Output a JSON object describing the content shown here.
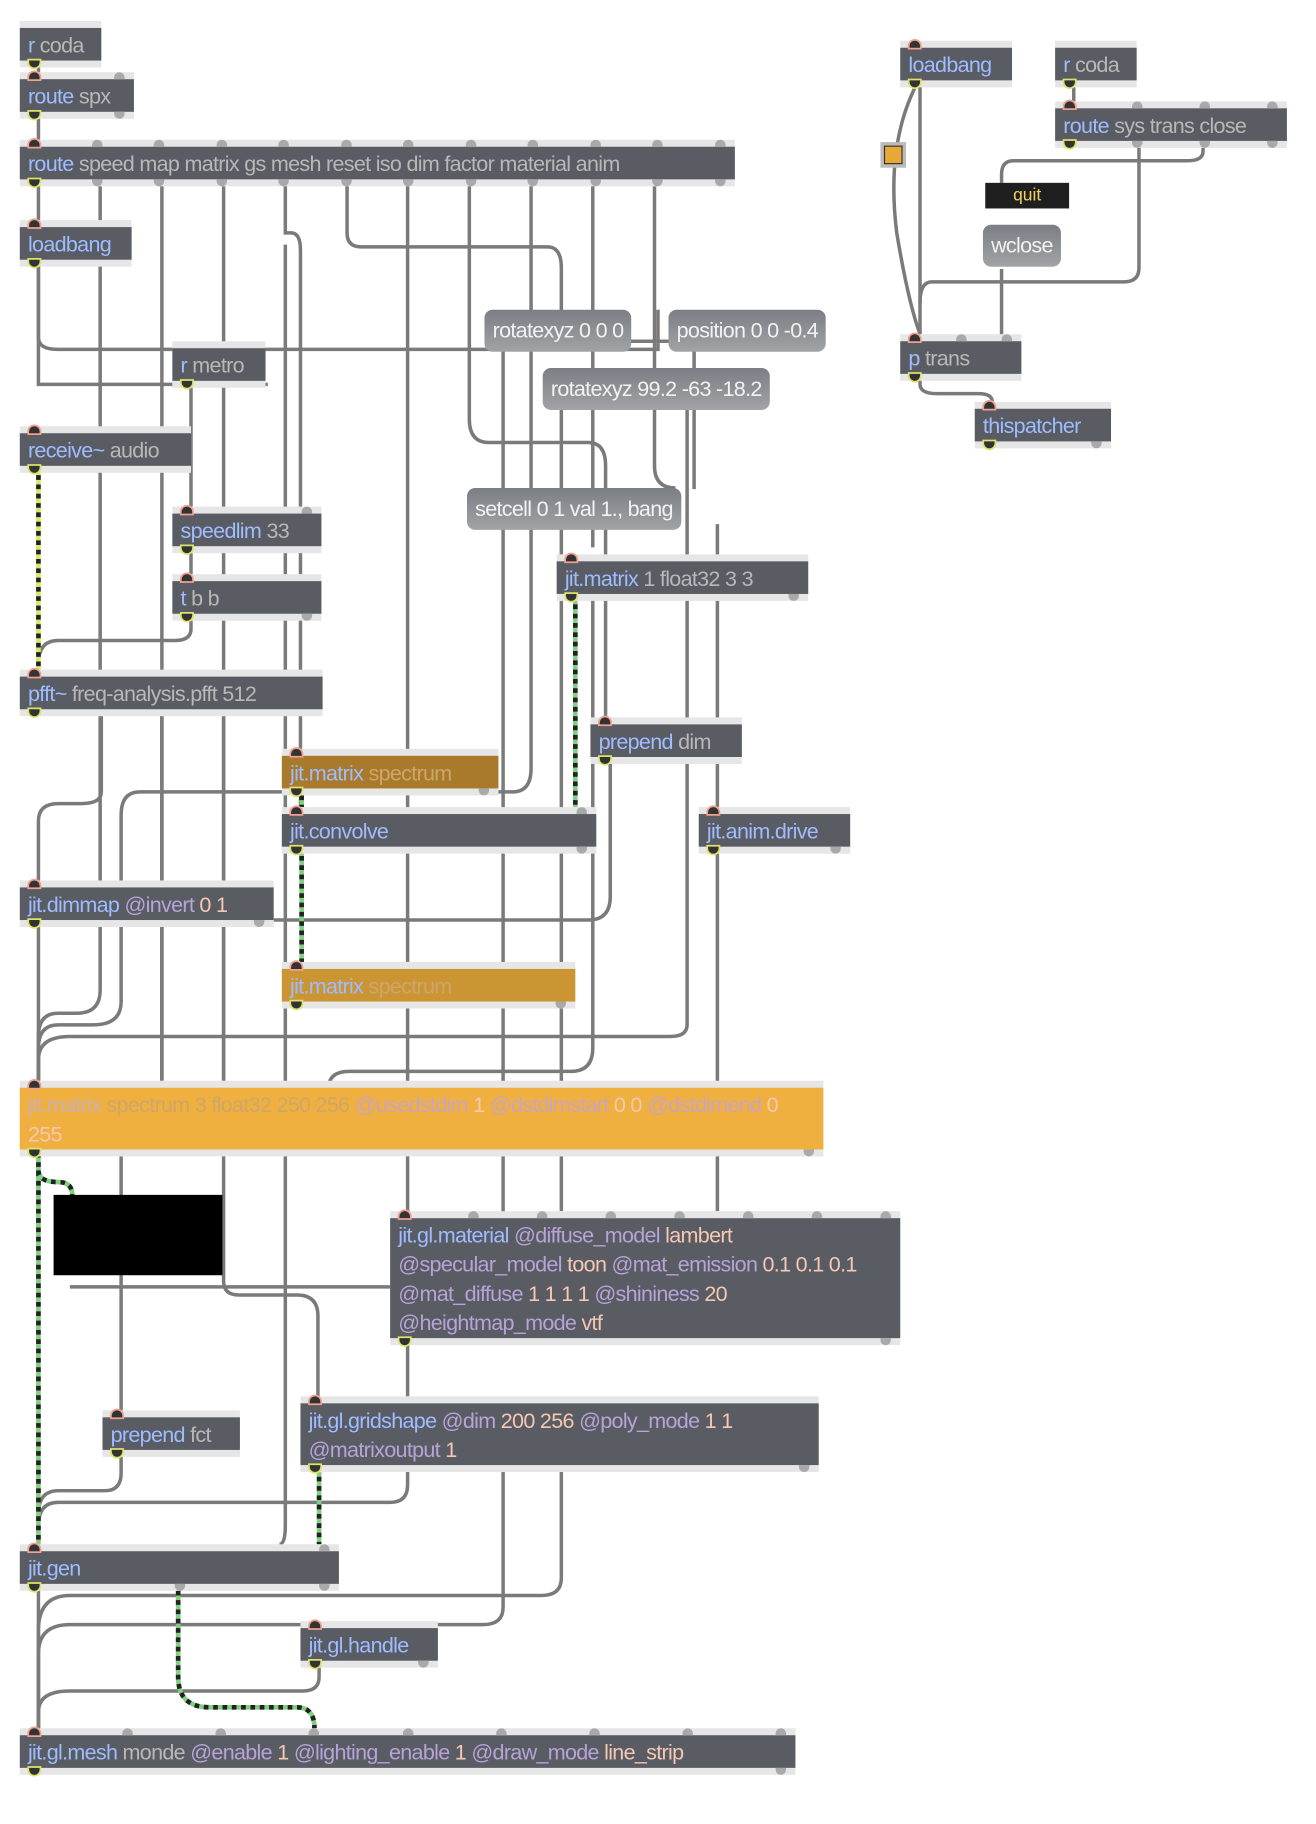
{
  "objects": [
    {
      "id": "r-coda-1",
      "tokens": [
        [
          "r",
          "cls"
        ],
        [
          "coda",
          "arg"
        ]
      ]
    },
    {
      "id": "route-spx",
      "tokens": [
        [
          "route",
          "cls"
        ],
        [
          "spx",
          "arg"
        ]
      ]
    },
    {
      "id": "route-main",
      "tokens": [
        [
          "route",
          "cls"
        ],
        [
          "speed map matrix gs mesh reset iso dim factor material anim",
          "arg"
        ]
      ]
    },
    {
      "id": "loadbang-1",
      "tokens": [
        [
          "loadbang",
          "cls"
        ]
      ]
    },
    {
      "id": "r-metro",
      "tokens": [
        [
          "r",
          "cls"
        ],
        [
          "metro",
          "arg"
        ]
      ]
    },
    {
      "id": "receive-audio",
      "tokens": [
        [
          "receive~",
          "cls"
        ],
        [
          "audio",
          "arg"
        ]
      ]
    },
    {
      "id": "speedlim",
      "tokens": [
        [
          "speedlim",
          "cls"
        ],
        [
          "33",
          "arg"
        ]
      ]
    },
    {
      "id": "t-b-b",
      "tokens": [
        [
          "t",
          "cls"
        ],
        [
          "b b",
          "arg"
        ]
      ]
    },
    {
      "id": "pfft",
      "tokens": [
        [
          "pfft~",
          "cls"
        ],
        [
          "freq-analysis.pfft 512",
          "arg"
        ]
      ]
    },
    {
      "id": "jit-matrix-small",
      "tokens": [
        [
          "jit.matrix",
          "cls"
        ],
        [
          "1 float32 3 3",
          "arg"
        ]
      ]
    },
    {
      "id": "prepend-dim",
      "tokens": [
        [
          "prepend",
          "cls"
        ],
        [
          "dim",
          "arg"
        ]
      ]
    },
    {
      "id": "jit-matrix-spectrum-1",
      "tokens": [
        [
          "jit.matrix",
          "cls"
        ],
        [
          "spectrum",
          "arg"
        ]
      ]
    },
    {
      "id": "jit-convolve",
      "tokens": [
        [
          "jit.convolve",
          "cls"
        ]
      ]
    },
    {
      "id": "jit-anim-drive",
      "tokens": [
        [
          "jit.anim.drive",
          "cls"
        ]
      ]
    },
    {
      "id": "jit-dimmap",
      "tokens": [
        [
          "jit.dimmap",
          "cls"
        ],
        [
          "@invert",
          "attr"
        ],
        [
          "0 1",
          "val"
        ]
      ]
    },
    {
      "id": "jit-matrix-spectrum-2",
      "tokens": [
        [
          "jit.matrix",
          "cls"
        ],
        [
          "spectrum",
          "arg"
        ]
      ]
    },
    {
      "id": "jit-matrix-spectrum-main",
      "tokens": [
        [
          "jit.matrix",
          "cls"
        ],
        [
          "spectrum 3 float32 250 256",
          "arg"
        ],
        [
          "@usedstdim",
          "attr"
        ],
        [
          "1",
          "val"
        ],
        [
          "@dstdimstart",
          "attr"
        ],
        [
          "0 0",
          "val"
        ],
        [
          "@dstdimend",
          "attr"
        ],
        [
          "0 255",
          "val"
        ]
      ]
    },
    {
      "id": "jit-gl-material",
      "tokens": [
        [
          "jit.gl.material",
          "cls"
        ],
        [
          "@diffuse_model",
          "attr"
        ],
        [
          "lambert",
          "val"
        ],
        [
          "@specular_model",
          "attr"
        ],
        [
          "toon",
          "val"
        ],
        [
          "@mat_emission",
          "attr"
        ],
        [
          "0.1 0.1 0.1",
          "val"
        ],
        [
          "@mat_diffuse",
          "attr"
        ],
        [
          "1 1 1 1",
          "val"
        ],
        [
          "@shininess",
          "attr"
        ],
        [
          "20",
          "val"
        ],
        [
          "@heightmap_mode",
          "attr"
        ],
        [
          "vtf",
          "val"
        ]
      ]
    },
    {
      "id": "prepend-fct",
      "tokens": [
        [
          "prepend",
          "cls"
        ],
        [
          "fct",
          "arg"
        ]
      ]
    },
    {
      "id": "jit-gl-gridshape",
      "tokens": [
        [
          "jit.gl.gridshape",
          "cls"
        ],
        [
          "@dim",
          "attr"
        ],
        [
          "200 256",
          "val"
        ],
        [
          "@poly_mode",
          "attr"
        ],
        [
          "1 1",
          "val"
        ],
        [
          "@matrixoutput",
          "attr"
        ],
        [
          "1",
          "val"
        ]
      ]
    },
    {
      "id": "jit-gen",
      "tokens": [
        [
          "jit.gen",
          "cls"
        ]
      ]
    },
    {
      "id": "jit-gl-handle",
      "tokens": [
        [
          "jit.gl.handle",
          "cls"
        ]
      ]
    },
    {
      "id": "jit-gl-mesh",
      "tokens": [
        [
          "jit.gl.mesh",
          "cls"
        ],
        [
          "monde",
          "arg"
        ],
        [
          "@enable",
          "attr"
        ],
        [
          "1",
          "val"
        ],
        [
          "@lighting_enable",
          "attr"
        ],
        [
          "1",
          "val"
        ],
        [
          "@draw_mode",
          "attr"
        ],
        [
          "line_strip",
          "val"
        ]
      ]
    },
    {
      "id": "loadbang-2",
      "tokens": [
        [
          "loadbang",
          "cls"
        ]
      ]
    },
    {
      "id": "r-coda-2",
      "tokens": [
        [
          "r",
          "cls"
        ],
        [
          "coda",
          "arg"
        ]
      ]
    },
    {
      "id": "route-sys",
      "tokens": [
        [
          "route",
          "cls"
        ],
        [
          "sys trans close",
          "arg"
        ]
      ]
    },
    {
      "id": "p-trans",
      "tokens": [
        [
          "p",
          "cls"
        ],
        [
          "trans",
          "arg"
        ]
      ]
    },
    {
      "id": "thispatcher",
      "tokens": [
        [
          "thispatcher",
          "cls"
        ]
      ]
    }
  ],
  "messages": [
    {
      "id": "rotatexyz-zero",
      "text": "rotatexyz 0 0 0"
    },
    {
      "id": "position",
      "text": "position 0 0 -0.4"
    },
    {
      "id": "rotatexyz-values",
      "text": "rotatexyz 99.2 -63 -18.2"
    },
    {
      "id": "setcell",
      "text": "setcell 0 1 val 1., bang"
    },
    {
      "id": "wclose",
      "text": "wclose"
    }
  ],
  "quit_message": "quit",
  "toggle": {
    "state": "on",
    "color": "#e8a835"
  },
  "colors": {
    "object_bg": "#595c63",
    "class_name": "#9ebcff",
    "attribute": "#b7a3d8",
    "attribute_value": "#f6c7b4",
    "argument": "#b8b8b8",
    "matrix_orange": "#f0b040",
    "cord": "#7a7a7a",
    "signal_cord": "#d8e86a",
    "matrix_cord": "#7fd07f"
  }
}
